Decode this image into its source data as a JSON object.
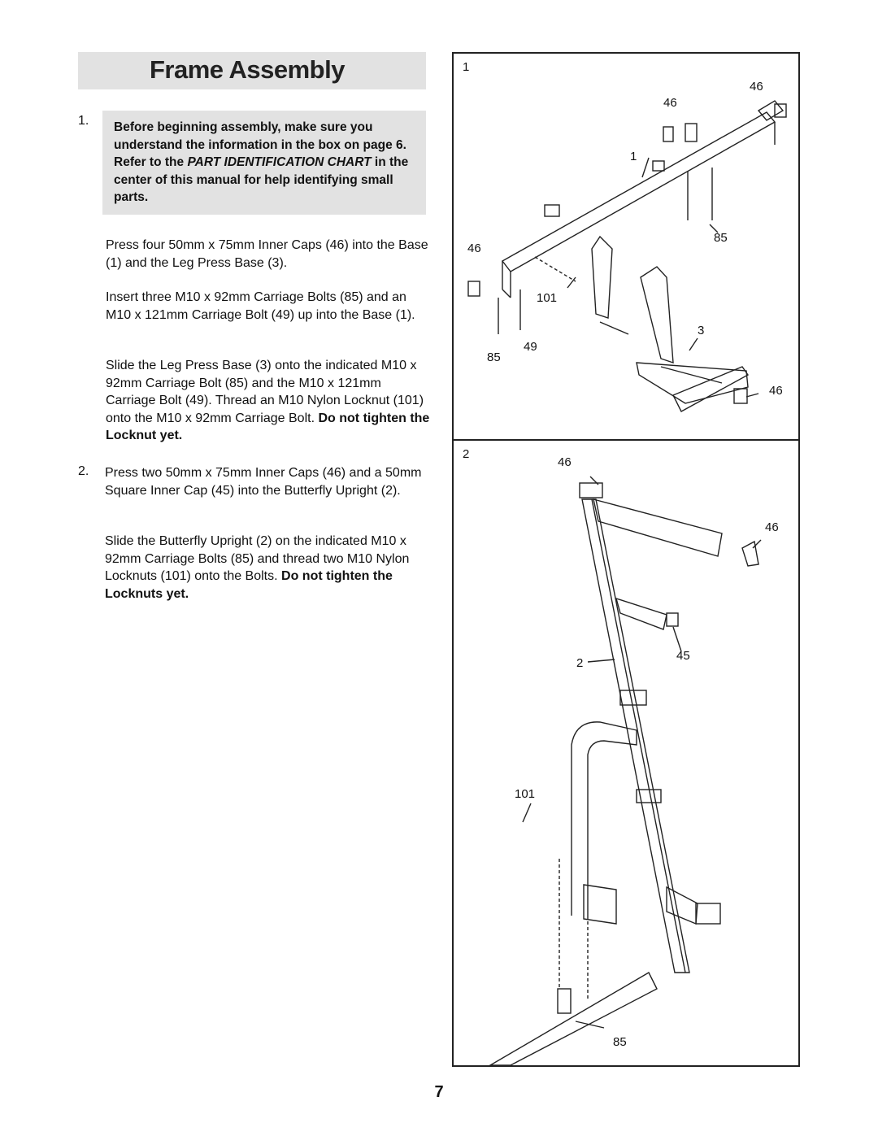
{
  "header": {
    "title": "Frame Assembly"
  },
  "steps": [
    {
      "number": "1.",
      "note_pre": "Before beginning assembly, make sure you understand the information in the box on page 6. Refer to the ",
      "note_italic1": "PART IDENTIFICATION CHART",
      "note_post": " in the center of this manual for help identifying small parts.",
      "para1": "Press four 50mm x 75mm Inner Caps (46) into the Base (1) and the Leg Press Base (3).",
      "para2": "Insert three M10 x 92mm Carriage Bolts (85) and an M10 x 121mm Carriage Bolt (49) up into the Base (1).",
      "para3": "Slide the Leg Press Base (3) onto the indicated M10 x 92mm Carriage Bolt (85) and the M10 x 121mm Carriage Bolt (49). Thread an M10 Nylon Locknut (101) onto the M10 x 92mm Carriage Bolt.",
      "para3_bold": "Do not tighten the Locknut yet."
    },
    {
      "number": "2.",
      "para1": "Press two 50mm x 75mm Inner Caps (46) and a 50mm Square Inner Cap (45) into the Butterfly Upright (2).",
      "para2": "Slide the Butterfly Upright (2) on the indicated M10 x 92mm Carriage Bolts (85) and thread two M10 Nylon Locknuts (101) onto the Bolts.",
      "para2_bold": "Do not tighten the Locknuts yet."
    }
  ],
  "figure1": {
    "number": "1",
    "callouts": [
      "46",
      "46",
      "1",
      "85",
      "46",
      "101",
      "3",
      "85",
      "49",
      "46"
    ]
  },
  "figure2": {
    "number": "2",
    "callouts": [
      "46",
      "46",
      "2",
      "45",
      "101",
      "85"
    ]
  },
  "footer": {
    "page_number": "7"
  }
}
